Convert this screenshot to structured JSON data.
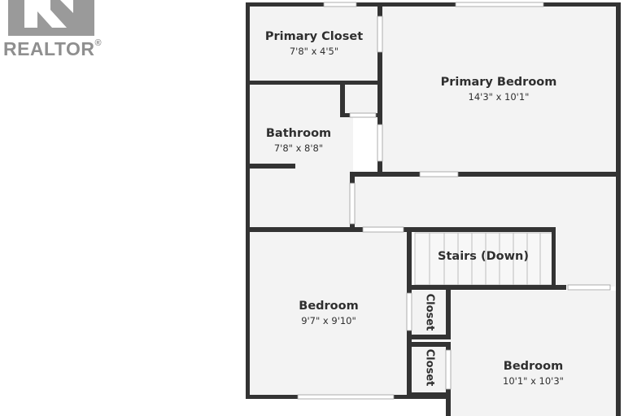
{
  "logo": {
    "text": "REALTOR",
    "registered_mark": "®",
    "color": "#8f8f8f"
  },
  "colors": {
    "wall": "#333333",
    "floor": "#f3f3f3",
    "window": "#ffffff"
  },
  "rooms": {
    "primary_closet": {
      "name": "Primary Closet",
      "dims": "7'8\" x 4'5\""
    },
    "primary_bedroom": {
      "name": "Primary Bedroom",
      "dims": "14'3\" x 10'1\""
    },
    "bathroom": {
      "name": "Bathroom",
      "dims": "7'8\" x 8'8\""
    },
    "stairs": {
      "name": "Stairs (Down)"
    },
    "bedroom_left": {
      "name": "Bedroom",
      "dims": "9'7\" x 9'10\""
    },
    "closet_top": {
      "name": "Closet"
    },
    "closet_bottom": {
      "name": "Closet"
    },
    "bedroom_right": {
      "name": "Bedroom",
      "dims": "10'1\" x 10'3\""
    }
  }
}
